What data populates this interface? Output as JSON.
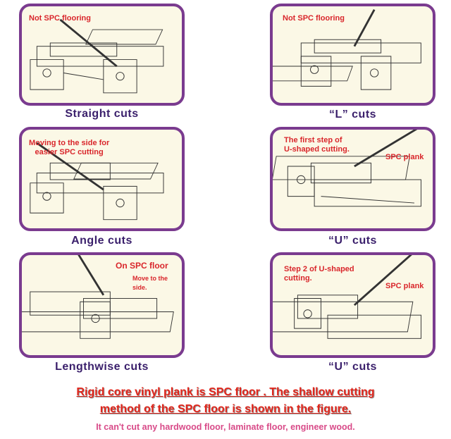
{
  "panels": [
    {
      "note": "Not SPC flooring",
      "caption": "Straight cuts"
    },
    {
      "note": "Not SPC flooring",
      "caption": "“L” cuts"
    },
    {
      "note": "Moving to the side for\neasier SPC cutting",
      "caption": "Angle cuts"
    },
    {
      "note": "The first step of\nU-shaped cutting.",
      "note2": "SPC plank",
      "caption": "“U” cuts"
    },
    {
      "note": "On SPC  floor",
      "note2": "Move to the side.",
      "caption": "Lengthwise cuts"
    },
    {
      "note": "Step 2 of U-shaped\ncutting.",
      "note2": "SPC plank",
      "caption": "“U” cuts"
    }
  ],
  "footer": {
    "line1": "Rigid core vinyl plank is SPC floor . The shallow cutting",
    "line2": "method of the SPC floor is shown in the figure.",
    "line3": "It can't cut any hardwood floor, laminate floor, engineer wood."
  },
  "colors": {
    "border": "#7a3b8f",
    "panel_bg": "#fbf8e6",
    "note": "#d9262b",
    "caption": "#3a1f6b",
    "footer": "#e1261c",
    "warning": "#d84a88"
  }
}
